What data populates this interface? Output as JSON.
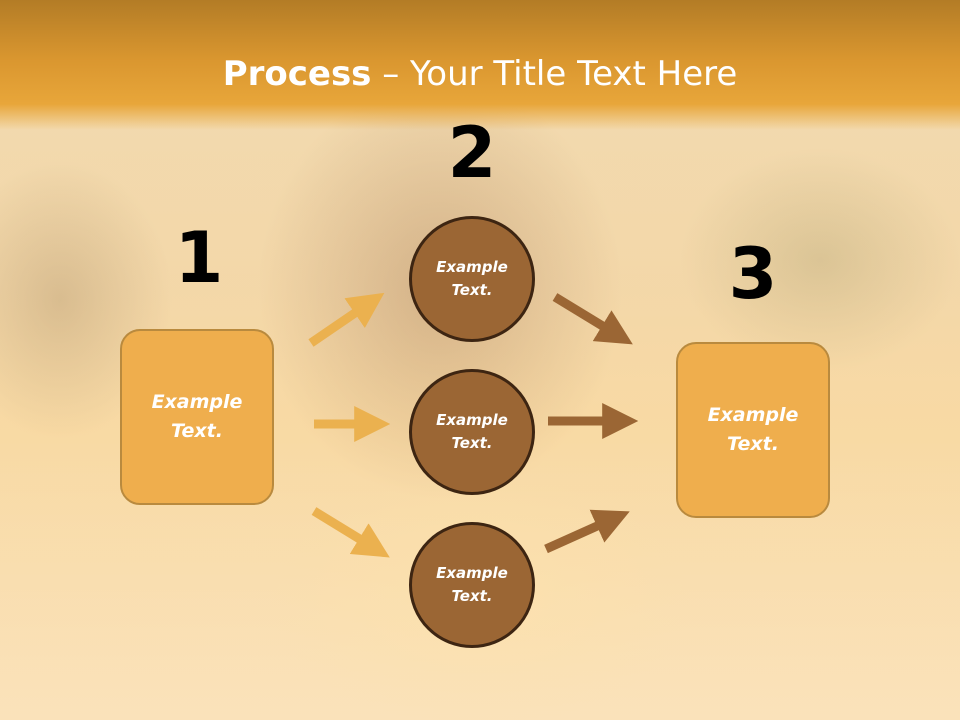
{
  "title": {
    "bold": "Process",
    "rest": " – Your Title Text Here"
  },
  "steps": {
    "one": {
      "number": "1",
      "text": "Example Text."
    },
    "two": {
      "number": "2"
    },
    "three": {
      "number": "3",
      "text": "Example Text."
    }
  },
  "circles": [
    {
      "text": "Example Text."
    },
    {
      "text": "Example Text."
    },
    {
      "text": "Example Text."
    }
  ],
  "colors": {
    "header": "#e8a63a",
    "box_fill": "#efae4d",
    "circle_fill": "#9b6634",
    "arrow_light": "#ebb14f",
    "arrow_dark": "#9b6634"
  }
}
